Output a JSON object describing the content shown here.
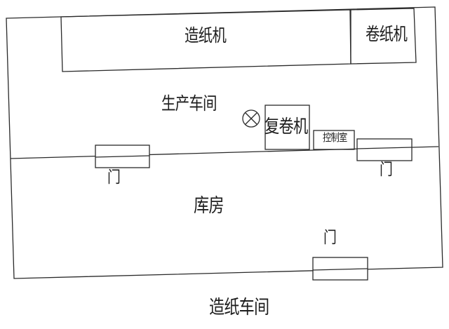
{
  "diagram": {
    "type": "floor-plan",
    "colors": {
      "line": "#2a2a2a",
      "text": "#1e1e1e",
      "background": "#ffffff"
    },
    "areas": {
      "production_workshop": "生产车间",
      "warehouse": "库房"
    },
    "equipment": {
      "paper_machine": "造纸机",
      "reel_machine": "卷纸机",
      "rewinder": "复卷机",
      "control_room": "控制室",
      "lamp_symbol": "lamp-cross-circle"
    },
    "doors": [
      {
        "label": "门",
        "position": "left-partition"
      },
      {
        "label": "门",
        "position": "right-partition"
      },
      {
        "label": "门",
        "position": "bottom-wall"
      }
    ],
    "caption": "造纸车间"
  }
}
